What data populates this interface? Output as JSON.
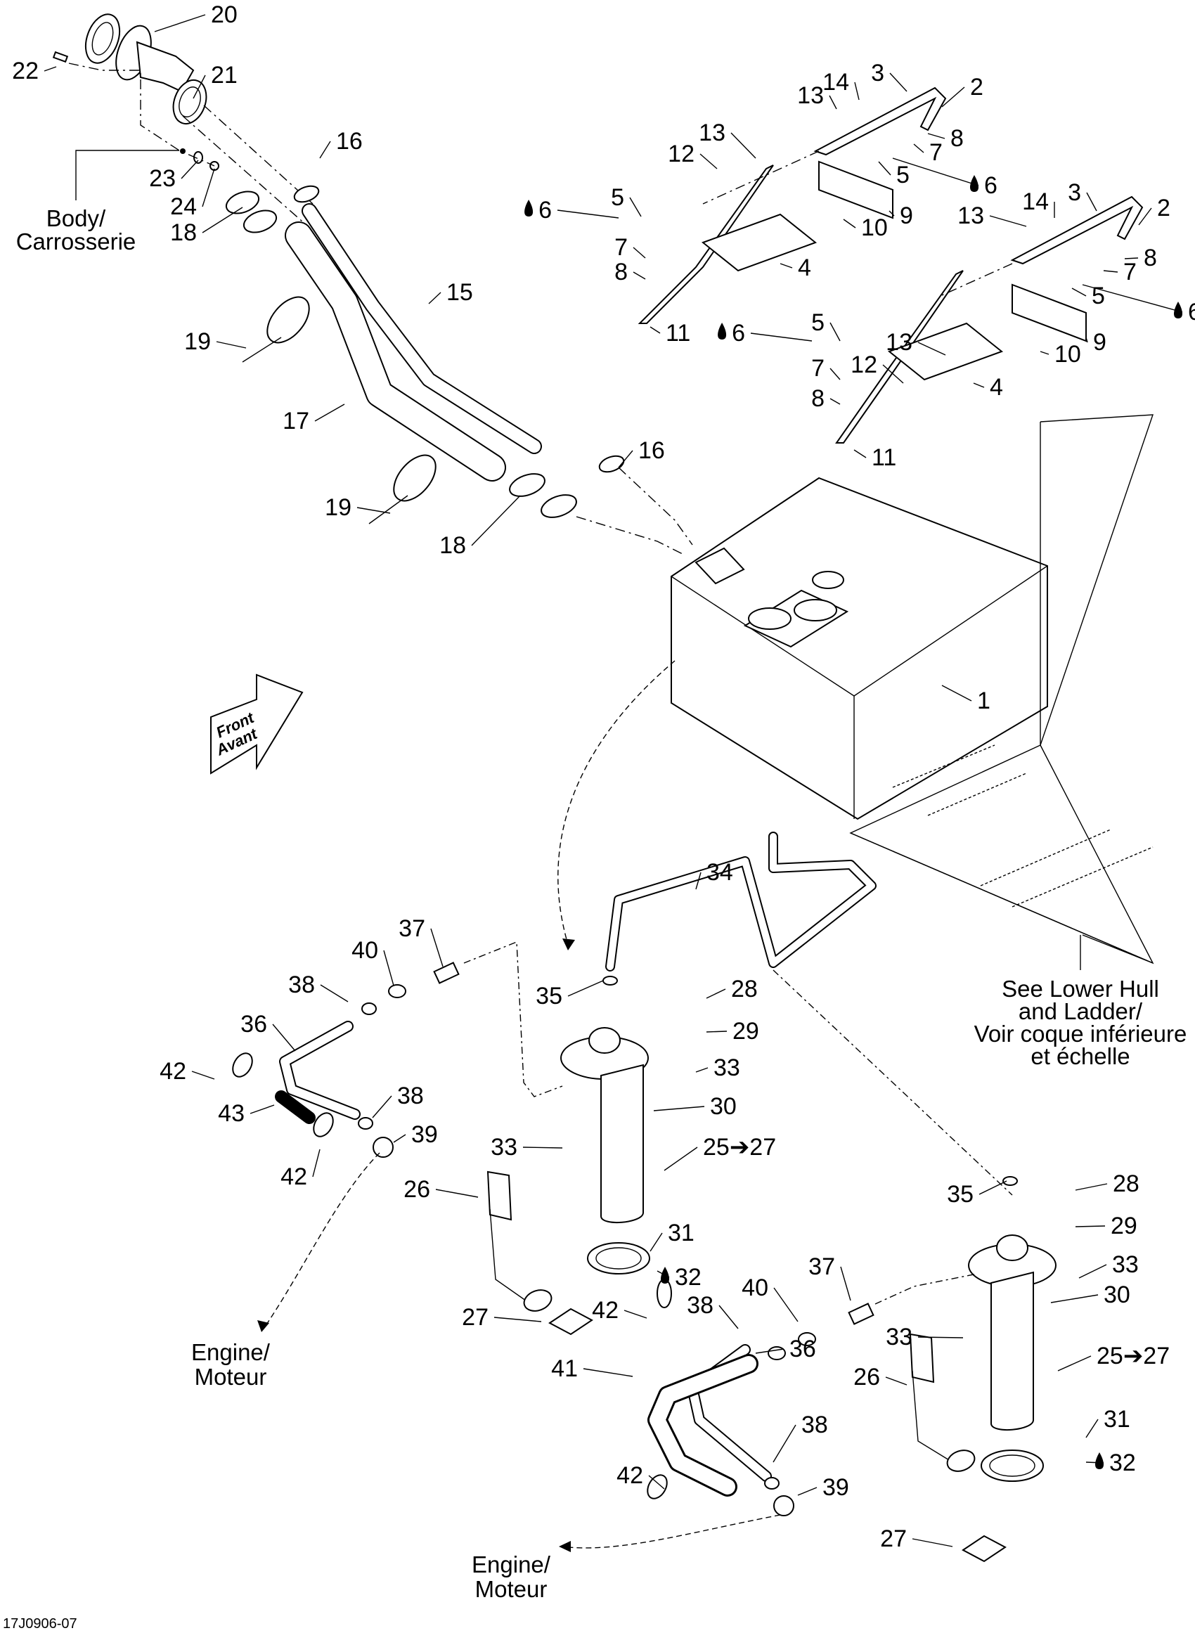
{
  "diagram": {
    "title": "Fuel System parts diagram",
    "reference_code": "17J0906-07",
    "notes": {
      "body": [
        "Body/",
        "Carrosserie"
      ],
      "front_arrow": [
        "Front",
        "Avant"
      ],
      "lower_hull": [
        "See Lower Hull",
        "and Ladder/",
        "Voir coque inférieure",
        "et échelle"
      ],
      "engine_1": [
        "Engine/",
        "Moteur"
      ],
      "engine_2": [
        "Engine/",
        "Moteur"
      ]
    },
    "callouts": [
      {
        "id": "c20",
        "text": "20"
      },
      {
        "id": "c21",
        "text": "21"
      },
      {
        "id": "c22",
        "text": "22"
      },
      {
        "id": "c23",
        "text": "23"
      },
      {
        "id": "c24",
        "text": "24"
      },
      {
        "id": "c16a",
        "text": "16"
      },
      {
        "id": "c18a",
        "text": "18"
      },
      {
        "id": "c19a",
        "text": "19"
      },
      {
        "id": "c15",
        "text": "15"
      },
      {
        "id": "c17",
        "text": "17"
      },
      {
        "id": "c19b",
        "text": "19"
      },
      {
        "id": "c16b",
        "text": "16"
      },
      {
        "id": "c18b",
        "text": "18"
      },
      {
        "id": "c14a",
        "text": "14"
      },
      {
        "id": "c3a",
        "text": "3"
      },
      {
        "id": "c2a",
        "text": "2"
      },
      {
        "id": "c13a",
        "text": "13"
      },
      {
        "id": "c8a",
        "text": "8"
      },
      {
        "id": "c7a",
        "text": "7"
      },
      {
        "id": "c5a",
        "text": "5"
      },
      {
        "id": "c6a",
        "text": "6"
      },
      {
        "id": "c13b",
        "text": "13"
      },
      {
        "id": "c12a",
        "text": "12"
      },
      {
        "id": "c9a",
        "text": "9"
      },
      {
        "id": "c10a",
        "text": "10"
      },
      {
        "id": "c6b",
        "text": "6"
      },
      {
        "id": "c5b",
        "text": "5"
      },
      {
        "id": "c7b",
        "text": "7"
      },
      {
        "id": "c8b",
        "text": "8"
      },
      {
        "id": "c4a",
        "text": "4"
      },
      {
        "id": "c11a",
        "text": "11"
      },
      {
        "id": "c14b",
        "text": "14"
      },
      {
        "id": "c3b",
        "text": "3"
      },
      {
        "id": "c2b",
        "text": "2"
      },
      {
        "id": "c13c",
        "text": "13"
      },
      {
        "id": "c8c",
        "text": "8"
      },
      {
        "id": "c7c",
        "text": "7"
      },
      {
        "id": "c5c",
        "text": "5"
      },
      {
        "id": "c6c",
        "text": "6"
      },
      {
        "id": "c13d",
        "text": "13"
      },
      {
        "id": "c12b",
        "text": "12"
      },
      {
        "id": "c9b",
        "text": "9"
      },
      {
        "id": "c10b",
        "text": "10"
      },
      {
        "id": "c6d",
        "text": "6"
      },
      {
        "id": "c5d",
        "text": "5"
      },
      {
        "id": "c7d",
        "text": "7"
      },
      {
        "id": "c8d",
        "text": "8"
      },
      {
        "id": "c4b",
        "text": "4"
      },
      {
        "id": "c11b",
        "text": "11"
      },
      {
        "id": "c1",
        "text": "1"
      },
      {
        "id": "c34",
        "text": "34"
      },
      {
        "id": "c37a",
        "text": "37"
      },
      {
        "id": "c40a",
        "text": "40"
      },
      {
        "id": "c38a",
        "text": "38"
      },
      {
        "id": "c35a",
        "text": "35"
      },
      {
        "id": "c28a",
        "text": "28"
      },
      {
        "id": "c29a",
        "text": "29"
      },
      {
        "id": "c36a",
        "text": "36"
      },
      {
        "id": "c33a",
        "text": "33"
      },
      {
        "id": "c42a",
        "text": "42"
      },
      {
        "id": "c30a",
        "text": "30"
      },
      {
        "id": "c38b",
        "text": "38"
      },
      {
        "id": "c43",
        "text": "43"
      },
      {
        "id": "c39a",
        "text": "39"
      },
      {
        "id": "c33b",
        "text": "33"
      },
      {
        "id": "c25a",
        "text": "25➔27"
      },
      {
        "id": "c42b",
        "text": "42"
      },
      {
        "id": "c26a",
        "text": "26"
      },
      {
        "id": "c31a",
        "text": "31"
      },
      {
        "id": "c32a",
        "text": "32"
      },
      {
        "id": "c27a",
        "text": "27"
      },
      {
        "id": "c42c",
        "text": "42"
      },
      {
        "id": "c38c",
        "text": "38"
      },
      {
        "id": "c40b",
        "text": "40"
      },
      {
        "id": "c37b",
        "text": "37"
      },
      {
        "id": "c41",
        "text": "41"
      },
      {
        "id": "c36b",
        "text": "36"
      },
      {
        "id": "c38d",
        "text": "38"
      },
      {
        "id": "c42d",
        "text": "42"
      },
      {
        "id": "c39b",
        "text": "39"
      },
      {
        "id": "c35b",
        "text": "35"
      },
      {
        "id": "c28b",
        "text": "28"
      },
      {
        "id": "c29b",
        "text": "29"
      },
      {
        "id": "c33c",
        "text": "33"
      },
      {
        "id": "c30b",
        "text": "30"
      },
      {
        "id": "c33d",
        "text": "33"
      },
      {
        "id": "c25b",
        "text": "25➔27"
      },
      {
        "id": "c26b",
        "text": "26"
      },
      {
        "id": "c31b",
        "text": "31"
      },
      {
        "id": "c32b",
        "text": "32"
      },
      {
        "id": "c27b",
        "text": "27"
      }
    ]
  }
}
